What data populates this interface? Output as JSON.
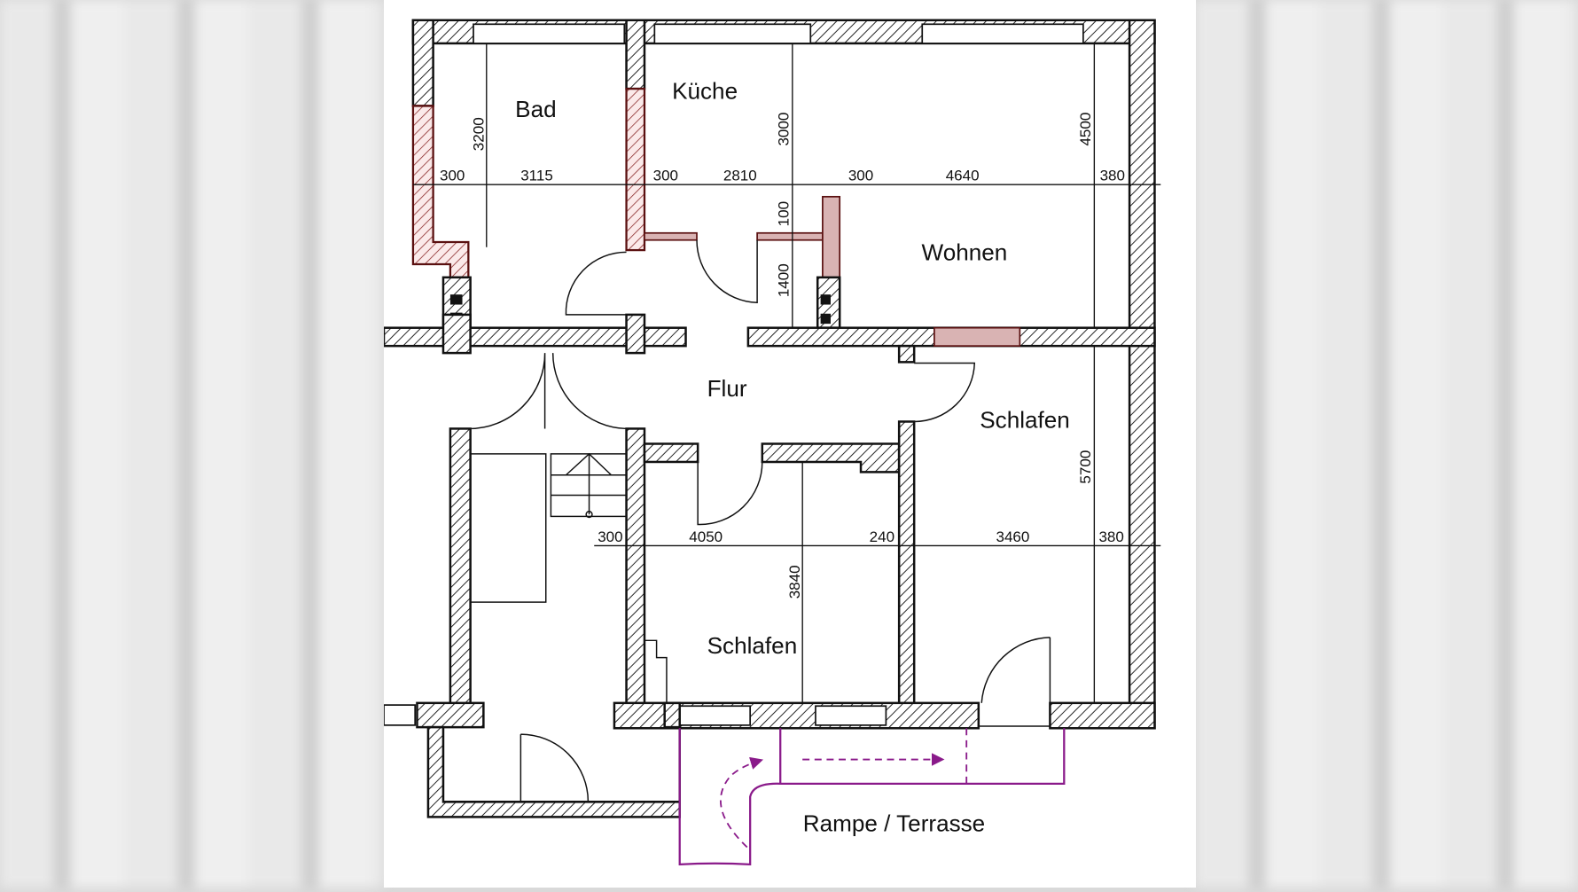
{
  "rooms": {
    "bad": "Bad",
    "kueche": "Küche",
    "wohnen": "Wohnen",
    "flur": "Flur",
    "schlafen_1": "Schlafen",
    "schlafen_2": "Schlafen",
    "rampe": "Rampe / Terrasse"
  },
  "dimensions": {
    "upper_row": [
      "300",
      "3115",
      "300",
      "2810",
      "300",
      "4640",
      "380"
    ],
    "lower_row": [
      "300",
      "4050",
      "240",
      "3460",
      "380"
    ],
    "vertical": {
      "bad_depth": "3200",
      "kueche_depth": "3000",
      "wall_offset": "100",
      "corridor_depth": "1400",
      "wohnen_depth": "4500",
      "schlafen_depth": "5700",
      "schlafen2_depth": "3840"
    }
  },
  "colors": {
    "walls": "#111111",
    "demolished_walls": "#8b2a2a",
    "ramp": "#8a1a8a"
  }
}
